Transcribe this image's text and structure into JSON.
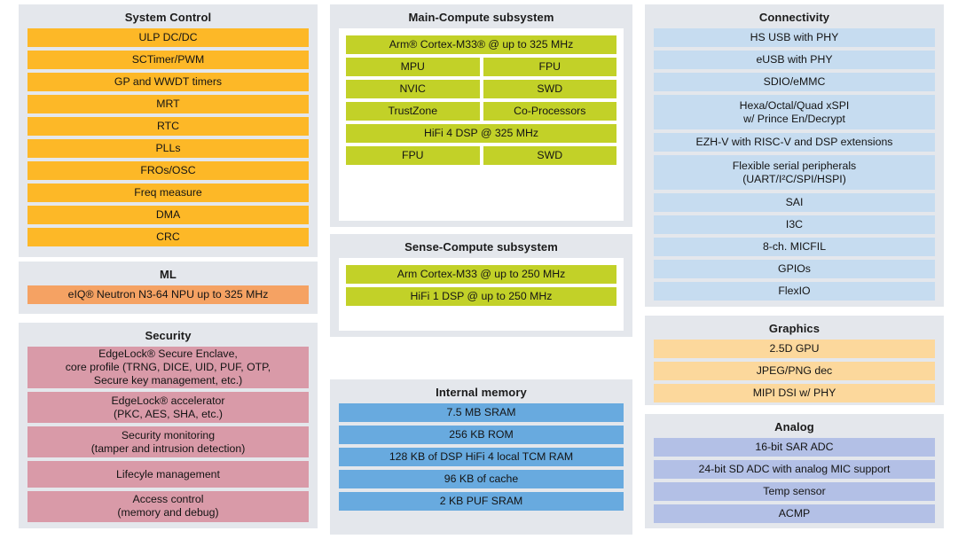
{
  "colors": {
    "background": "#ffffff",
    "panel": "#e4e7ec",
    "system_control": "#fdb827",
    "ml": "#f5a263",
    "security": "#d99aa8",
    "compute": "#c2d128",
    "memory": "#68aadf",
    "connectivity": "#c6dcf0",
    "graphics": "#fcd89c",
    "analog": "#b3c0e6"
  },
  "panels": {
    "system_control": {
      "title": "System Control",
      "items": [
        "ULP DC/DC",
        "SCTimer/PWM",
        "GP and WWDT timers",
        "MRT",
        "RTC",
        "PLLs",
        "FROs/OSC",
        "Freq measure",
        "DMA",
        "CRC"
      ]
    },
    "ml": {
      "title": "ML",
      "items": [
        "eIQ® Neutron N3-64 NPU up to 325 MHz"
      ]
    },
    "security": {
      "title": "Security",
      "items": [
        "EdgeLock® Secure Enclave,\ncore profile (TRNG, DICE, UID, PUF, OTP,\nSecure key management, etc.)",
        "EdgeLock® accelerator\n(PKC, AES, SHA, etc.)",
        "Security monitoring\n(tamper and intrusion detection)",
        "Lifecyle management",
        "Access control\n(memory and debug)"
      ]
    },
    "main_compute": {
      "title": "Main-Compute subsystem",
      "rows": [
        {
          "type": "full",
          "items": [
            "Arm® Cortex-M33® @ up to 325 MHz"
          ]
        },
        {
          "type": "pair",
          "items": [
            "MPU",
            "FPU"
          ]
        },
        {
          "type": "pair",
          "items": [
            "NVIC",
            "SWD"
          ]
        },
        {
          "type": "pair",
          "items": [
            "TrustZone",
            "Co-Processors"
          ]
        },
        {
          "type": "full",
          "items": [
            "HiFi 4 DSP @ 325 MHz"
          ]
        },
        {
          "type": "pair",
          "items": [
            "FPU",
            "SWD"
          ]
        }
      ]
    },
    "sense_compute": {
      "title": "Sense-Compute subsystem",
      "rows": [
        {
          "type": "full",
          "items": [
            "Arm Cortex-M33 @ up to 250 MHz"
          ]
        },
        {
          "type": "full",
          "items": [
            "HiFi 1 DSP @ up to 250 MHz"
          ]
        }
      ]
    },
    "internal_memory": {
      "title": "Internal memory",
      "items": [
        "7.5 MB SRAM",
        "256 KB ROM",
        "128 KB of DSP HiFi 4 local TCM RAM",
        "96 KB of cache",
        "2 KB PUF SRAM"
      ]
    },
    "connectivity": {
      "title": "Connectivity",
      "items": [
        "HS USB with PHY",
        "eUSB with PHY",
        "SDIO/eMMC",
        "Hexa/Octal/Quad xSPI\nw/ Prince En/Decrypt",
        "EZH-V with RISC-V and DSP extensions",
        "Flexible serial peripherals\n(UART/I²C/SPI/HSPI)",
        "SAI",
        "I3C",
        "8-ch. MICFIL",
        "GPIOs",
        "FlexIO"
      ]
    },
    "graphics": {
      "title": "Graphics",
      "items": [
        "2.5D GPU",
        "JPEG/PNG dec",
        "MIPI DSI w/ PHY"
      ]
    },
    "analog": {
      "title": "Analog",
      "items": [
        "16-bit SAR ADC",
        "24-bit SD ADC with analog MIC support",
        "Temp sensor",
        "ACMP"
      ]
    }
  }
}
